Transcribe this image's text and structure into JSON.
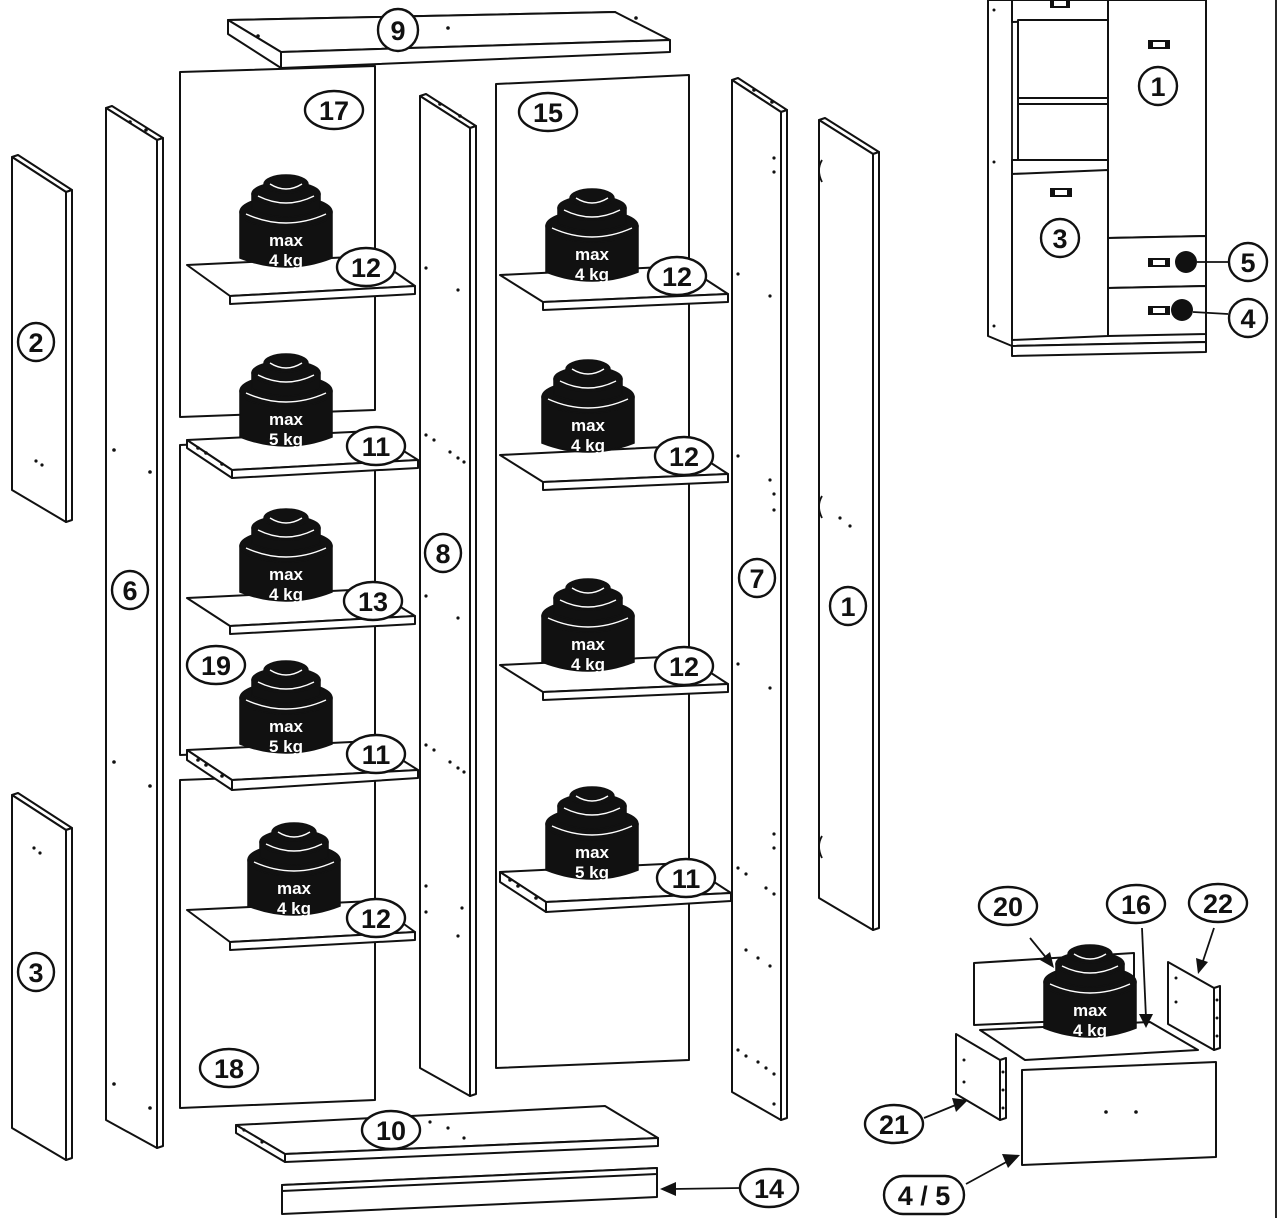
{
  "parts": {
    "p1_side_door": "1",
    "p2": "2",
    "p3_left": "3",
    "p4_5": "4 / 5",
    "p6": "6",
    "p7": "7",
    "p8": "8",
    "p9": "9",
    "p10": "10",
    "p11": "11",
    "p12": "12",
    "p13": "13",
    "p14": "14",
    "p15": "15",
    "p16": "16",
    "p17": "17",
    "p18": "18",
    "p19": "19",
    "p20": "20",
    "p21": "21",
    "p22": "22"
  },
  "weights": {
    "max": "max",
    "kg4": "4 kg",
    "kg5": "5 kg"
  },
  "preview": {
    "door_right": "1",
    "door_lower": "3",
    "drawer_top": "5",
    "drawer_bottom": "4"
  }
}
